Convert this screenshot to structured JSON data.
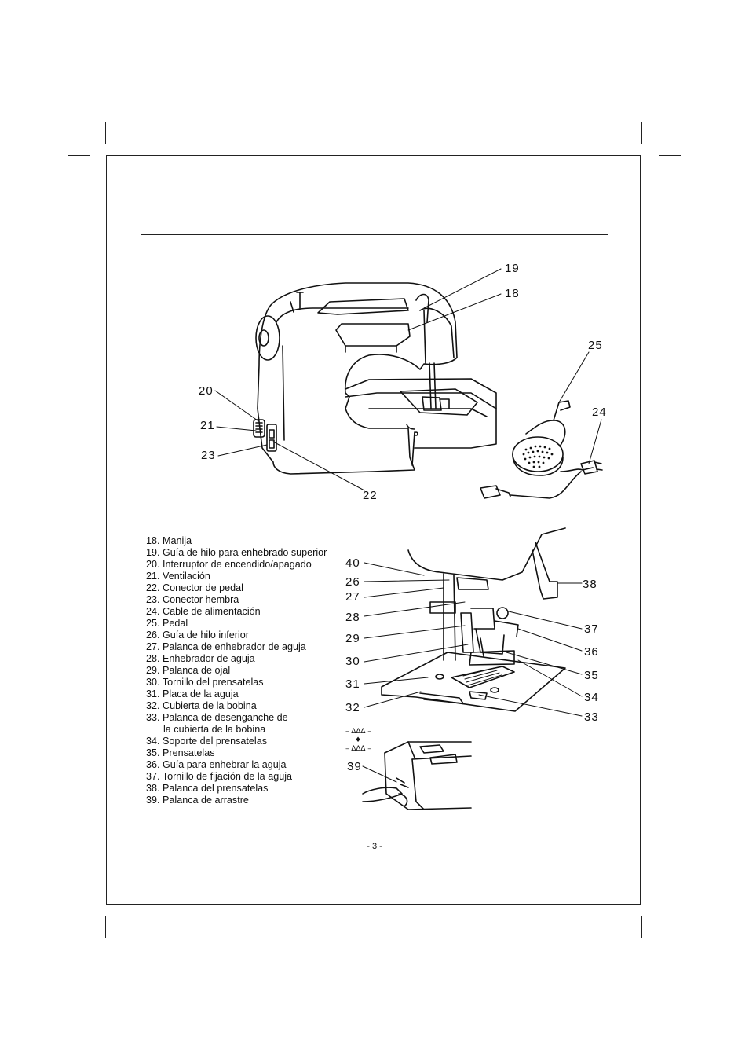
{
  "diagram": {
    "callouts": [
      "19",
      "18",
      "25",
      "24",
      "20",
      "21",
      "23",
      "22",
      "40",
      "26",
      "27",
      "28",
      "29",
      "30",
      "31",
      "32",
      "38",
      "37",
      "36",
      "35",
      "34",
      "33",
      "39"
    ],
    "stitch_symbols": [
      "– ∆∆∆ –",
      "♦",
      "– ∆∆∆ –"
    ]
  },
  "legend": [
    "18. Manija",
    "19. Guía de hilo para enhebrado superior",
    "20. Interruptor de encendido/apagado",
    "21. Ventilación",
    "22. Conector de pedal",
    "23. Conector hembra",
    "24. Cable de alimentación",
    "25. Pedal",
    "26. Guía de hilo inferior",
    "27. Palanca de enhebrador de aguja",
    "28. Enhebrador de aguja",
    "29. Palanca de ojal",
    "30. Tornillo del prensatelas",
    "31. Placa de la aguja",
    "32. Cubierta de la bobina",
    "33. Palanca de desenganche de",
    "la cubierta de la bobina",
    "34. Soporte del prensatelas",
    "35. Prensatelas",
    "36. Guía para enhebrar la aguja",
    "37. Tornillo de fijación de la aguja",
    "38. Palanca del prensatelas",
    "39. Palanca de arrastre"
  ],
  "page_number": "- 3 -"
}
